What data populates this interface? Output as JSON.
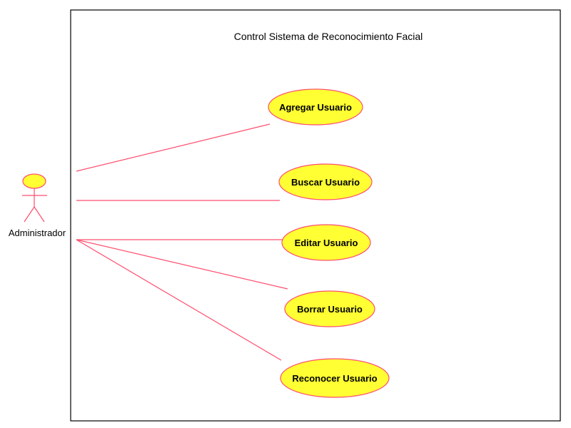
{
  "system": {
    "title": "Control Sistema de Reconocimiento Facial"
  },
  "actor": {
    "name": "Administrador"
  },
  "use_cases": [
    {
      "id": "agregar",
      "label": "Agregar Usuario"
    },
    {
      "id": "buscar",
      "label": "Buscar Usuario"
    },
    {
      "id": "editar",
      "label": "Editar Usuario"
    },
    {
      "id": "borrar",
      "label": "Borrar Usuario"
    },
    {
      "id": "reconocer",
      "label": "Reconocer Usuario"
    }
  ],
  "colors": {
    "use_case_fill": "#ffff33",
    "line": "#ff4d6d",
    "system_border": "#000000",
    "actor_head_fill": "#ffff33"
  }
}
